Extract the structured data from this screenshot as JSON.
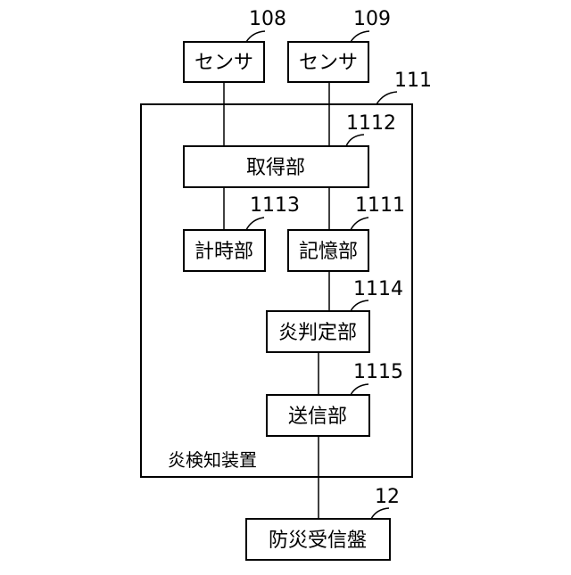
{
  "diagram": {
    "sensor_a": {
      "label": "センサ",
      "ref": "108"
    },
    "sensor_b": {
      "label": "センサ",
      "ref": "109"
    },
    "device": {
      "label": "炎検知装置",
      "ref": "111"
    },
    "acquisition_unit": {
      "label": "取得部",
      "ref": "1112"
    },
    "timer_unit": {
      "label": "計時部",
      "ref": "1113"
    },
    "storage_unit": {
      "label": "記憶部",
      "ref": "1111"
    },
    "flame_judgment_unit": {
      "label": "炎判定部",
      "ref": "1114"
    },
    "transmission_unit": {
      "label": "送信部",
      "ref": "1115"
    },
    "fire_receiver": {
      "label": "防災受信盤",
      "ref": "12"
    }
  }
}
